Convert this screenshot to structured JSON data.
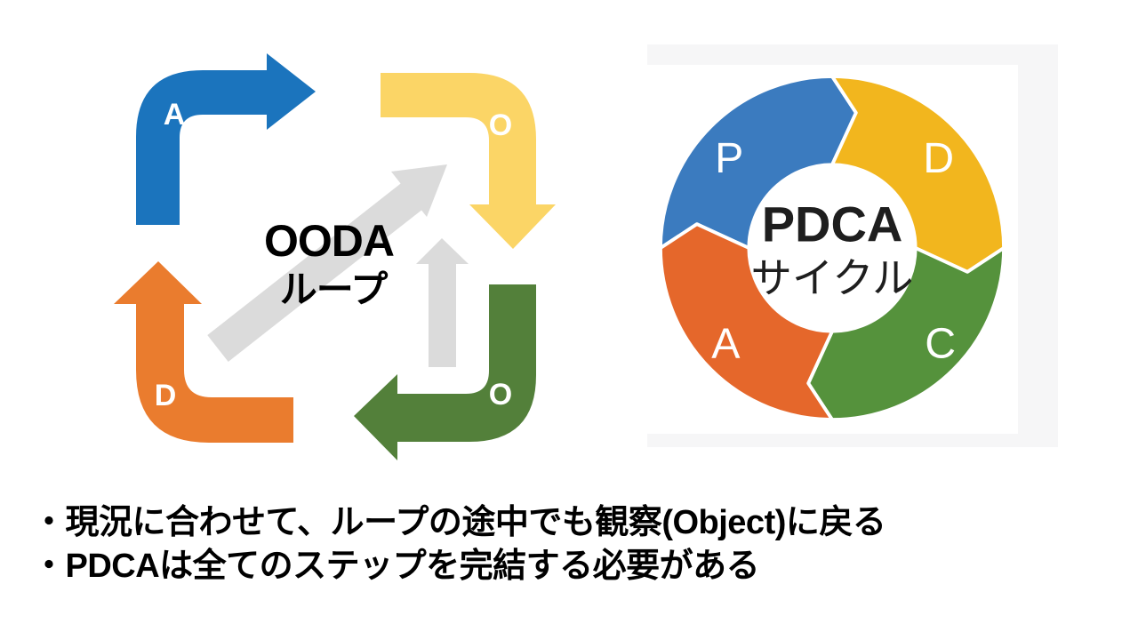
{
  "ooda": {
    "title_line1": "OODA",
    "title_line2": "ループ",
    "arrow_labels": {
      "act": "A",
      "observe": "O",
      "orient": "O",
      "decide": "D"
    },
    "colors": {
      "blue": "#1B74BD",
      "yellow": "#FBD566",
      "green": "#53803A",
      "orange": "#EA7C2E",
      "gray": "#DBDBDB"
    }
  },
  "pdca": {
    "center_line1": "PDCA",
    "center_line2": "サイクル",
    "segment_labels": {
      "plan": "P",
      "do": "D",
      "check": "C",
      "act": "A"
    },
    "colors": {
      "blue": "#3B7BBF",
      "yellow": "#F2B61E",
      "green": "#55923C",
      "orange": "#E5672B",
      "center_text": "#1E1E1E"
    }
  },
  "notes": {
    "bullet1": "・現況に合わせて、ループの途中でも観察(Object)に戻る",
    "bullet2": "・PDCAは全てのステップを完結する必要がある"
  }
}
